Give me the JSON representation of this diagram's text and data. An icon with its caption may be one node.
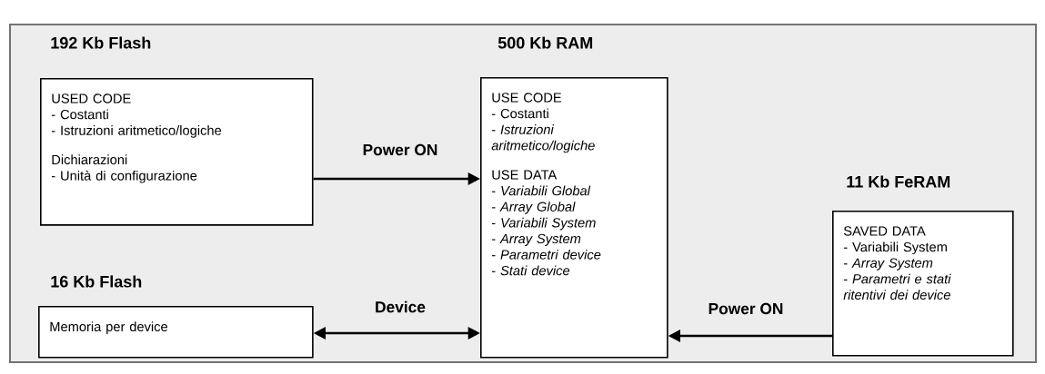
{
  "diagram": {
    "nodes": [
      {
        "text": [],
        "shape": "box"
      },
      {
        "text": [
          "192 Kb Flash",
          "USED CODE",
          "- Costanti",
          "- Istruzioni aritmetico/logiche",
          "Dichiarazioni",
          "- Unità di configurazione"
        ],
        "in": 0
      },
      {
        "text": [
          "500 Kb RAM",
          "USE CODE",
          "- Costanti",
          "- *Istruzioni aritmetico/logiche*",
          "USE DATA",
          "- *Variabili Global*",
          "- *Array Global*",
          "- *Variabili System*",
          "- *Array System*",
          "- *Parametri device*",
          "- *Stati device*"
        ],
        "in": 0
      },
      {
        "text": [
          "11 Kb FeRAM",
          "SAVED DATA",
          "- Variabili System",
          "- *Array System*",
          "- *Parametri e stati ritentivi dei device*"
        ],
        "in": 0
      },
      {
        "text": [
          "16   Kb Flash",
          "Memoria per device"
        ],
        "in": 0
      }
    ],
    "edges": [
      {
        "from": 1,
        "to": 2,
        "arrow": "to",
        "label": "Power ON"
      },
      {
        "from": 4,
        "to": 2,
        "arrow": "both",
        "label": "Device"
      },
      {
        "from": 3,
        "to": 2,
        "arrow": "to",
        "label": "Power ON"
      }
    ]
  }
}
